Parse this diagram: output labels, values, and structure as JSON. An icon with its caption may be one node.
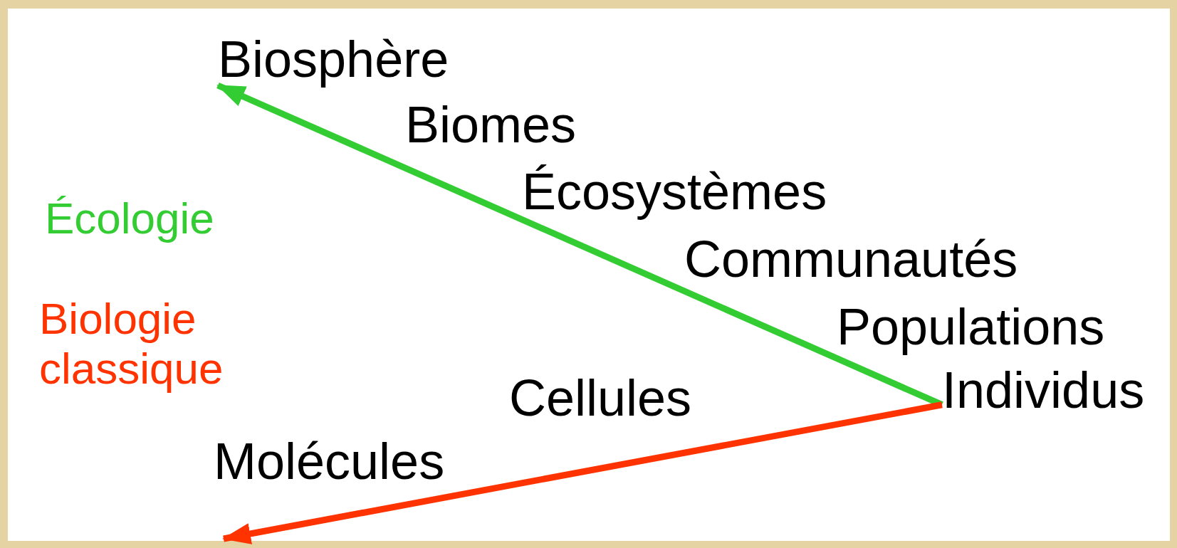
{
  "diagram": {
    "nodes": [
      {
        "text": [
          "Biosphère"
        ]
      },
      {
        "text": [
          "Biomes"
        ]
      },
      {
        "text": [
          "Écosystèmes"
        ]
      },
      {
        "text": [
          "Communautés"
        ]
      },
      {
        "text": [
          "Populations"
        ]
      },
      {
        "text": [
          "Individus"
        ]
      },
      {
        "text": [
          "Cellules"
        ]
      },
      {
        "text": [
          "Molécules"
        ]
      }
    ],
    "edges": [
      {
        "from": 5,
        "to": 0,
        "arrow": "to",
        "color": "#33cc33"
      },
      {
        "from": 5,
        "to": null,
        "arrow": "to",
        "color": "#ff3300"
      }
    ],
    "labels": [
      "Écologie",
      "Biologie classique"
    ]
  }
}
